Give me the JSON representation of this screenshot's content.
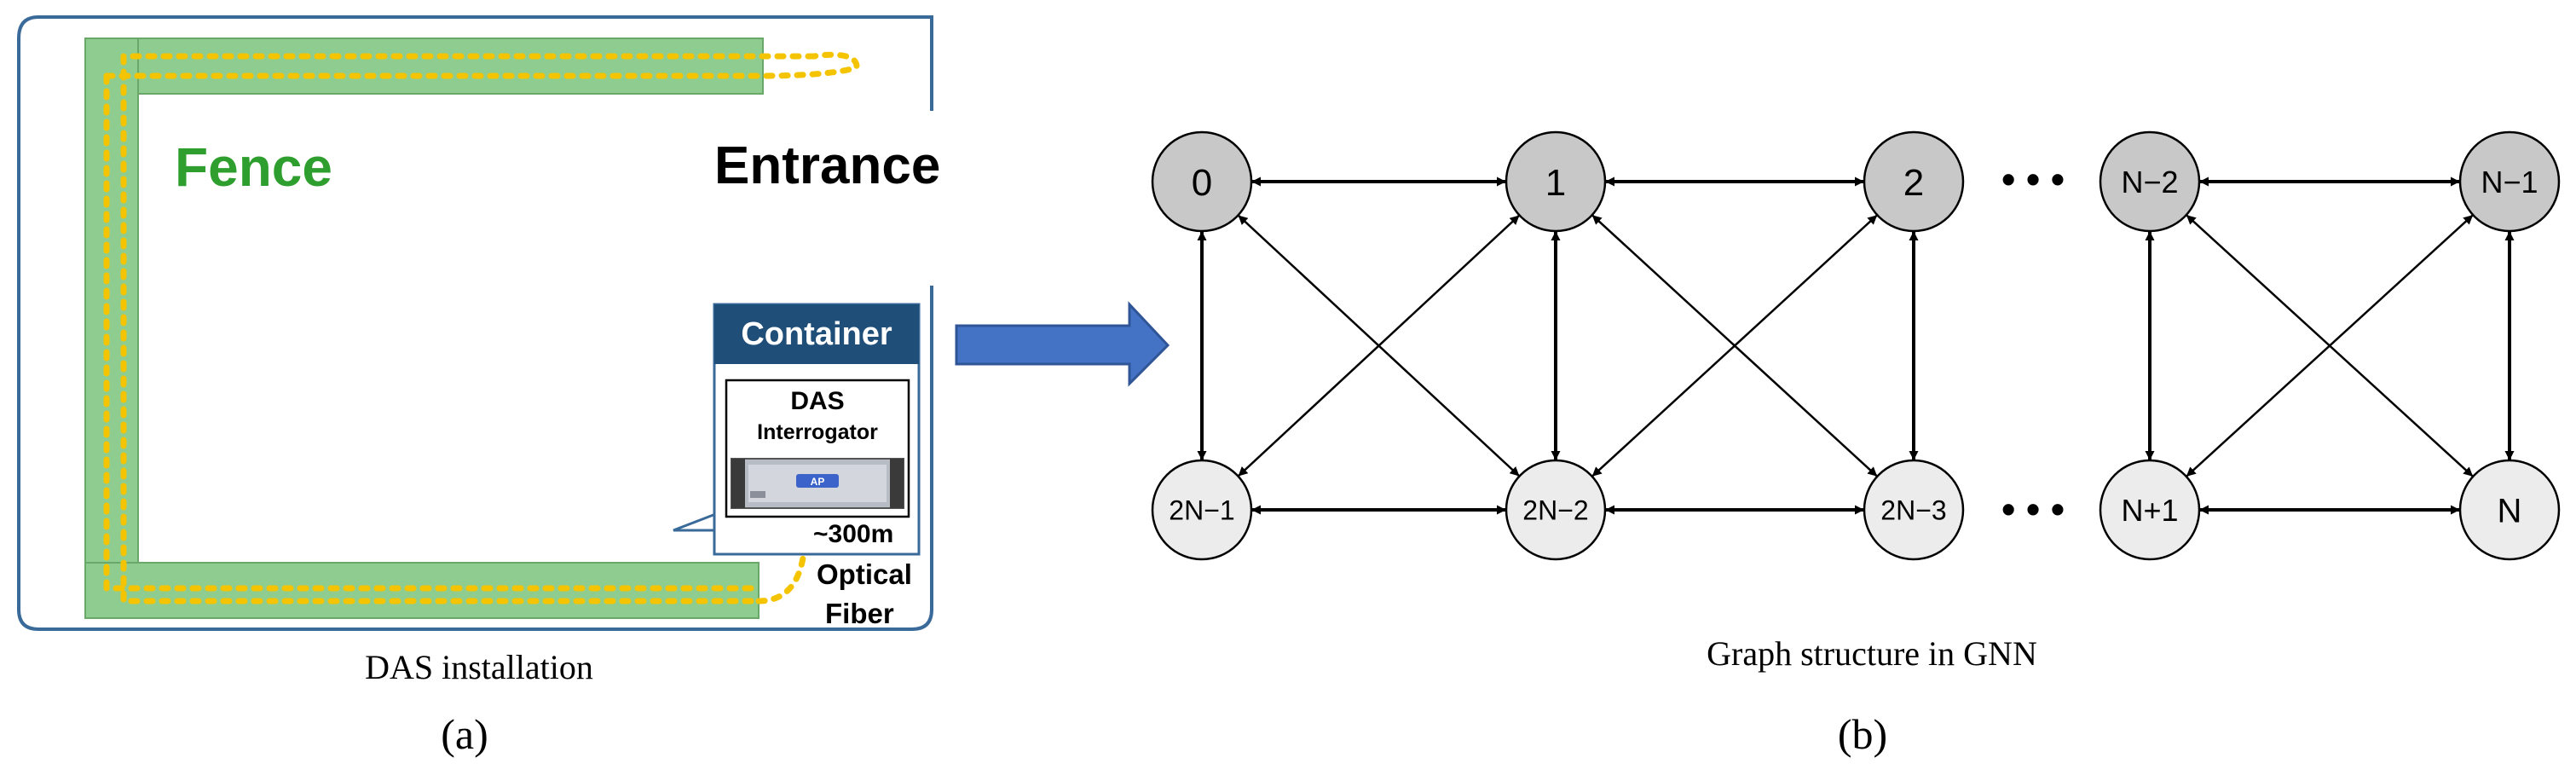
{
  "panel_a": {
    "fence_label": "Fence",
    "entrance_label": "Entrance",
    "container_label": "Container",
    "das_label": "DAS",
    "interrogator_label": "Interrogator",
    "device_badge": "AP",
    "distance_label": "~300m",
    "fiber_label_line1": "Optical",
    "fiber_label_line2": "Fiber",
    "caption": "DAS installation",
    "panel_label": "(a)"
  },
  "panel_b": {
    "caption": "Graph structure in GNN",
    "panel_label": "(b)",
    "top_nodes": [
      "0",
      "1",
      "2",
      "N−2",
      "N−1"
    ],
    "bottom_nodes": [
      "2N−1",
      "2N−2",
      "2N−3",
      "N+1",
      "N"
    ],
    "ellipsis": "• • •"
  },
  "colors": {
    "fence_fill": "#8fcc8f",
    "fence_label": "#2e9e2e",
    "fiber": "#f5c400",
    "container_header": "#1f4e79",
    "arrow_fill": "#4472c4",
    "top_node_fill": "#c8c8c8",
    "bottom_node_fill": "#ececec",
    "frame_stroke": "#3a6a9a"
  }
}
